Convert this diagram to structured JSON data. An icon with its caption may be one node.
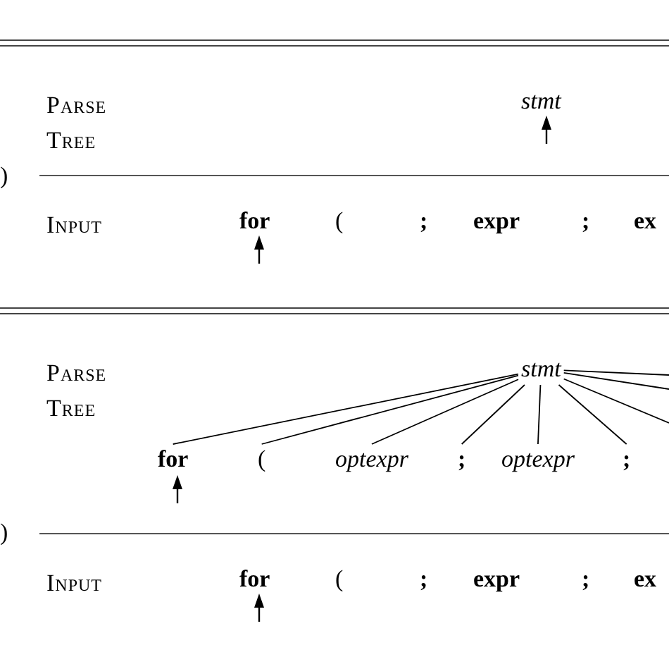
{
  "diagram": {
    "nodes": [
      {
        "text": [
          "stmt"
        ]
      },
      {
        "text": [
          "for"
        ]
      },
      {
        "text": [
          "("
        ]
      },
      {
        "text": [
          "optexpr"
        ]
      },
      {
        "text": [
          ";"
        ]
      },
      {
        "text": [
          "optexpr"
        ]
      },
      {
        "text": [
          ";"
        ]
      }
    ],
    "edges": [
      {
        "from": 0,
        "to": 1,
        "arrow": "none"
      },
      {
        "from": 0,
        "to": 2,
        "arrow": "none"
      },
      {
        "from": 0,
        "to": 3,
        "arrow": "none"
      },
      {
        "from": 0,
        "to": 4,
        "arrow": "none"
      },
      {
        "from": 0,
        "to": 5,
        "arrow": "none"
      },
      {
        "from": 0,
        "to": 6,
        "arrow": "none"
      },
      {
        "from": 0,
        "to": null,
        "arrow": "none"
      },
      {
        "from": 0,
        "to": null,
        "arrow": "none"
      },
      {
        "from": 0,
        "to": null,
        "arrow": "none"
      }
    ],
    "labels": [
      "Parse Tree",
      "stmt",
      ")",
      "Input",
      "for",
      "(",
      ";",
      "expr",
      ";",
      "ex",
      "Parse Tree",
      ")",
      "Input",
      "for",
      "(",
      ";",
      "expr",
      ";",
      "ex"
    ]
  }
}
